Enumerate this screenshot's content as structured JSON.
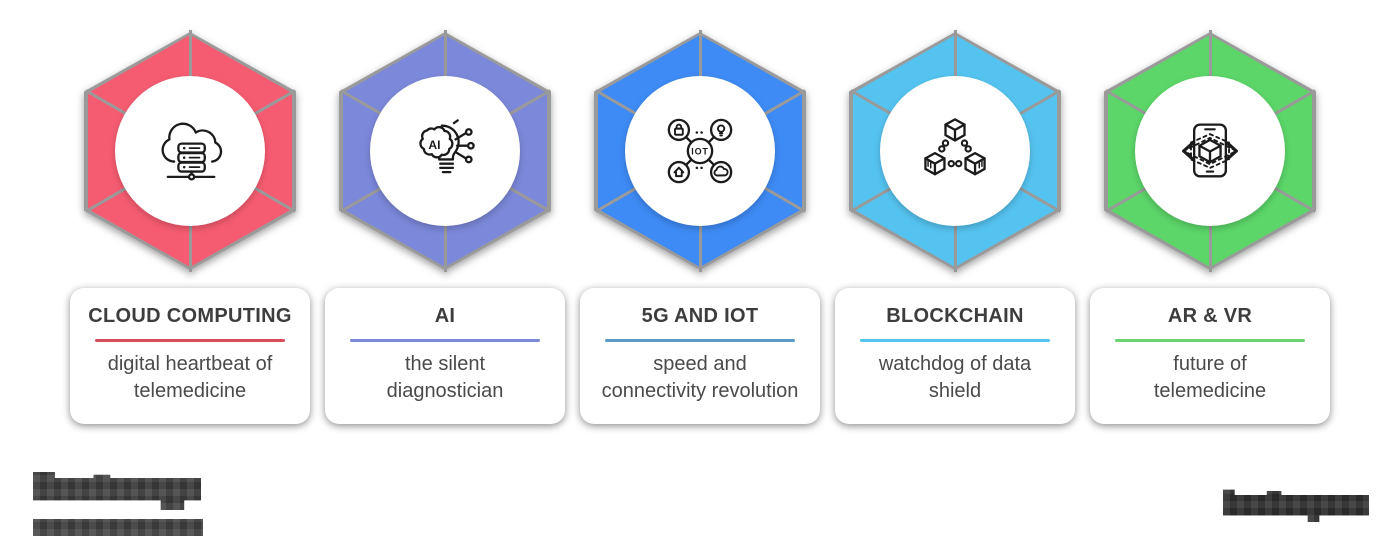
{
  "canvas": {
    "background": "#ffffff"
  },
  "styles": {
    "spoke_color": "#9A9A9A",
    "title_color": "#3D3D3D",
    "desc_color": "#4A4A4A"
  },
  "icon_labels": {
    "ai": "AI",
    "iot": "IOT"
  },
  "items": [
    {
      "id": "cloud-computing",
      "hex_color": "#F65C71",
      "accent_color": "#D74D5C",
      "icon": "cloud-server-icon",
      "title": "CLOUD COMPUTING",
      "description": "digital heartbeat of\ntelemedicine"
    },
    {
      "id": "ai",
      "hex_color": "#7C88DA",
      "accent_color": "#7C88DA",
      "icon": "ai-lightbulb-icon",
      "title": "AI",
      "description": "the silent\ndiagnostician"
    },
    {
      "id": "5g-and-iot",
      "hex_color": "#3E8BF5",
      "accent_color": "#5A9BC8",
      "icon": "iot-network-icon",
      "title": "5G AND IOT",
      "description": "speed and\nconnectivity revolution"
    },
    {
      "id": "blockchain",
      "hex_color": "#55C3F0",
      "accent_color": "#55C3F0",
      "icon": "blockchain-cubes-icon",
      "title": "BLOCKCHAIN",
      "description": "watchdog of data\nshield"
    },
    {
      "id": "ar-and-vr",
      "hex_color": "#5CD669",
      "accent_color": "#6ED36E",
      "icon": "ar-vr-phone-icon",
      "title": "AR & VR",
      "description": "future of\ntelemedicine"
    }
  ]
}
